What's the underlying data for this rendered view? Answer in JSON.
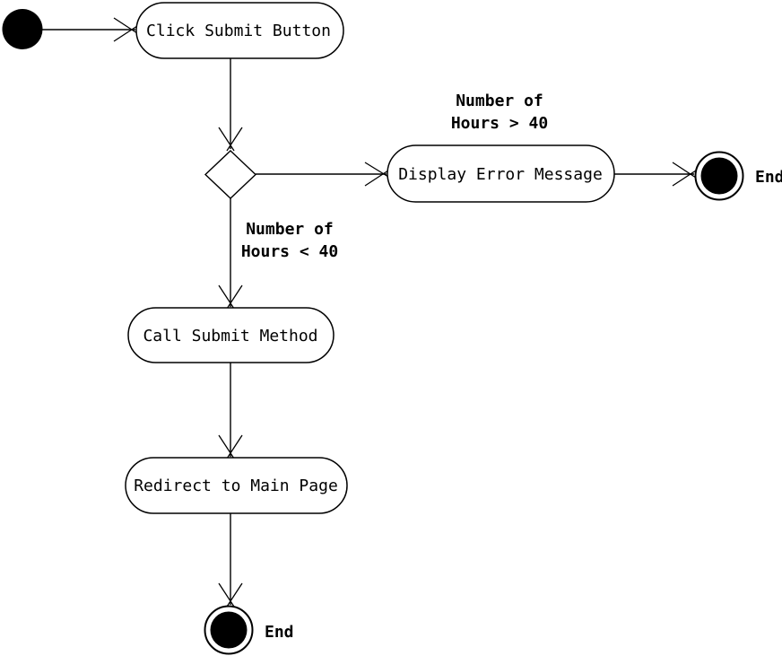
{
  "diagram": {
    "kind": "uml-activity-diagram",
    "colors": {
      "background": "#ffffff",
      "stroke": "#000000",
      "node_fill": "#ffffff",
      "terminal_fill": "#000000"
    },
    "nodes": {
      "start": {
        "type": "initial-node"
      },
      "click_submit": {
        "type": "action",
        "label": "Click Submit Button"
      },
      "decision": {
        "type": "decision"
      },
      "display_error": {
        "type": "action",
        "label": "Display Error Message"
      },
      "end_error": {
        "type": "final-node",
        "label": "End"
      },
      "call_submit": {
        "type": "action",
        "label": "Call Submit Method"
      },
      "redirect_main": {
        "type": "action",
        "label": "Redirect to Main Page"
      },
      "end_main": {
        "type": "final-node",
        "label": "End"
      }
    },
    "edges": {
      "start_to_click": {
        "from": "start",
        "to": "click_submit"
      },
      "click_to_decision": {
        "from": "click_submit",
        "to": "decision"
      },
      "decision_to_error": {
        "from": "decision",
        "to": "display_error",
        "label_line1": "Number of",
        "label_line2": "Hours > 40"
      },
      "error_to_end": {
        "from": "display_error",
        "to": "end_error"
      },
      "decision_to_call": {
        "from": "decision",
        "to": "call_submit",
        "label_line1": "Number of",
        "label_line2": "Hours < 40"
      },
      "call_to_redirect": {
        "from": "call_submit",
        "to": "redirect_main"
      },
      "redirect_to_end": {
        "from": "redirect_main",
        "to": "end_main"
      }
    }
  }
}
